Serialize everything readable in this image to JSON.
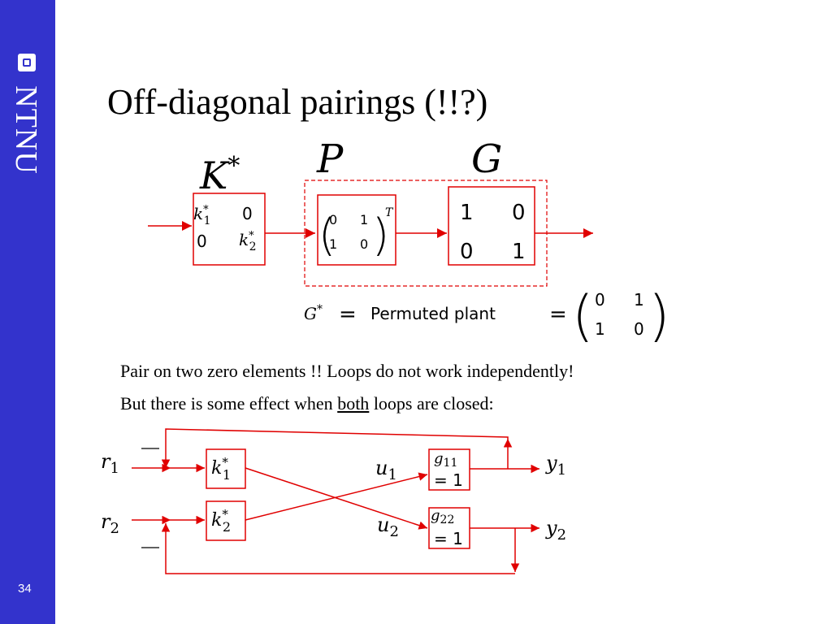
{
  "slide": {
    "title": "Off-diagonal pairings (!!?)",
    "page_number": "34",
    "line1": "Pair on two zero elements !! Loops do not work independently!",
    "line2_before": "But there is some effect when ",
    "line2_emph": "both",
    "line2_after": " loops are closed:"
  },
  "logo": {
    "text": "NTNU",
    "icon": "ntnu-logo-icon"
  },
  "block_diagram": {
    "labels": {
      "k_block": "K",
      "k_sup": "*",
      "p_block": "P",
      "g_block": "G"
    },
    "k_matrix": {
      "k1": "k",
      "k1_sup": "*",
      "k1_sub": "1",
      "zero_a": "0",
      "zero_b": "0",
      "k2": "k",
      "k2_sup": "*",
      "k2_sub": "2"
    },
    "p_matrix": {
      "a": "0",
      "b": "1",
      "c": "1",
      "d": "0",
      "transpose": "T"
    },
    "g_matrix": {
      "a": "1",
      "b": "0",
      "c": "0",
      "d": "1"
    }
  },
  "equation": {
    "lhs": "G",
    "lhs_sup": "*",
    "eq": "=",
    "text": "Permuted plant",
    "eq2": "=",
    "m": {
      "a": "0",
      "b": "1",
      "c": "1",
      "d": "0"
    }
  },
  "loop_diagram": {
    "r1": "r",
    "r1_sub": "1",
    "r2": "r",
    "r2_sub": "2",
    "k1": "k",
    "k1_sup": "*",
    "k1_sub": "1",
    "k2": "k",
    "k2_sup": "*",
    "k2_sub": "2",
    "u1": "u",
    "u1_sub": "1",
    "u2": "u",
    "u2_sub": "2",
    "g11": "g",
    "g11_sub": "11",
    "g11_val": "= 1",
    "g22": "g",
    "g22_sub": "22",
    "g22_val": "= 1",
    "y1": "y",
    "y1_sub": "1",
    "y2": "y",
    "y2_sub": "2",
    "minus": "—"
  },
  "colors": {
    "accent": "#3333cc",
    "diagram": "#e00000"
  }
}
